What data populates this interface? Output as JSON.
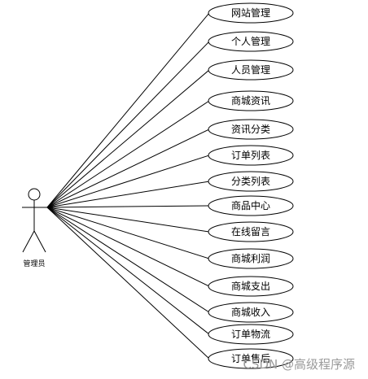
{
  "actor": {
    "label": "管理员"
  },
  "use_cases": [
    {
      "label": "网站管理"
    },
    {
      "label": "个人管理"
    },
    {
      "label": "人员管理"
    },
    {
      "label": "商城资讯"
    },
    {
      "label": "资讯分类"
    },
    {
      "label": "订单列表"
    },
    {
      "label": "分类列表"
    },
    {
      "label": "商品中心"
    },
    {
      "label": "在线留言"
    },
    {
      "label": "商城利润"
    },
    {
      "label": "商城支出"
    },
    {
      "label": "商城收入"
    },
    {
      "label": "订单物流"
    },
    {
      "label": "订单售后"
    }
  ],
  "watermark": {
    "text": "CSDN @高级程序源"
  }
}
